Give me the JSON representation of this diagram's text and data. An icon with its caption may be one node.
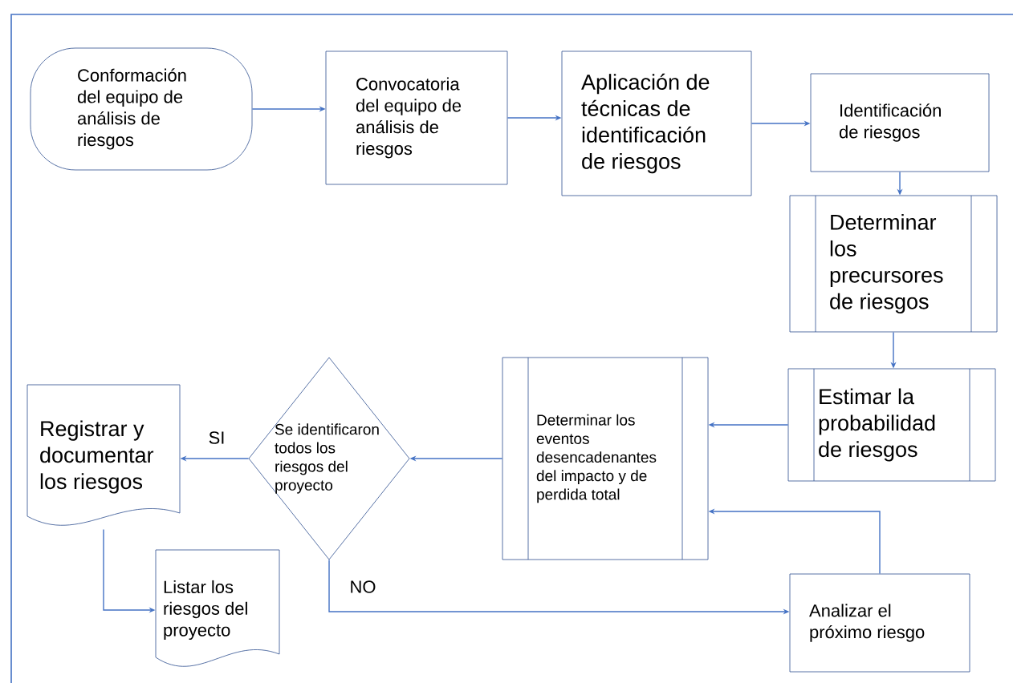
{
  "diagram": {
    "nodes": [
      {
        "text": [
          "Conformación del equipo de análisis  de riesgos"
        ]
      },
      {
        "text": [
          "Convocatoria del equipo de análisis  de riesgos"
        ]
      },
      {
        "text": [
          "Aplicación de técnicas de identificación de riesgos"
        ]
      },
      {
        "text": [
          "Identificación de riesgos"
        ]
      },
      {
        "text": [
          "Determinar los precursores de riesgos"
        ]
      },
      {
        "text": [
          "Estimar la probabilidad de riesgos"
        ]
      },
      {
        "text": [
          "Determinar los eventos desencadenantes del impacto y de perdida total"
        ]
      },
      {
        "text": [
          "Se identificaron todos los riesgos del proyecto"
        ]
      },
      {
        "text": [
          "Registrar y documentar los riesgos"
        ]
      },
      {
        "text": [
          "Listar los riesgos del proyecto"
        ]
      },
      {
        "text": [
          "Analizar el próximo riesgo"
        ]
      }
    ],
    "edges": [
      {
        "from": 0,
        "to": 1,
        "arrow": "to"
      },
      {
        "from": 1,
        "to": 2,
        "arrow": "to"
      },
      {
        "from": 2,
        "to": 3,
        "arrow": "to"
      },
      {
        "from": 3,
        "to": 4,
        "arrow": "to"
      },
      {
        "from": 4,
        "to": 5,
        "arrow": "to"
      },
      {
        "from": 5,
        "to": 6,
        "arrow": "to"
      },
      {
        "from": 6,
        "to": 7,
        "arrow": "to"
      },
      {
        "from": 7,
        "to": 8,
        "arrow": "to",
        "label": "SI"
      },
      {
        "from": 8,
        "to": 9,
        "arrow": "to"
      },
      {
        "from": 7,
        "to": 10,
        "arrow": "to",
        "label": "NO"
      },
      {
        "from": 10,
        "to": 6,
        "arrow": "to"
      }
    ]
  }
}
